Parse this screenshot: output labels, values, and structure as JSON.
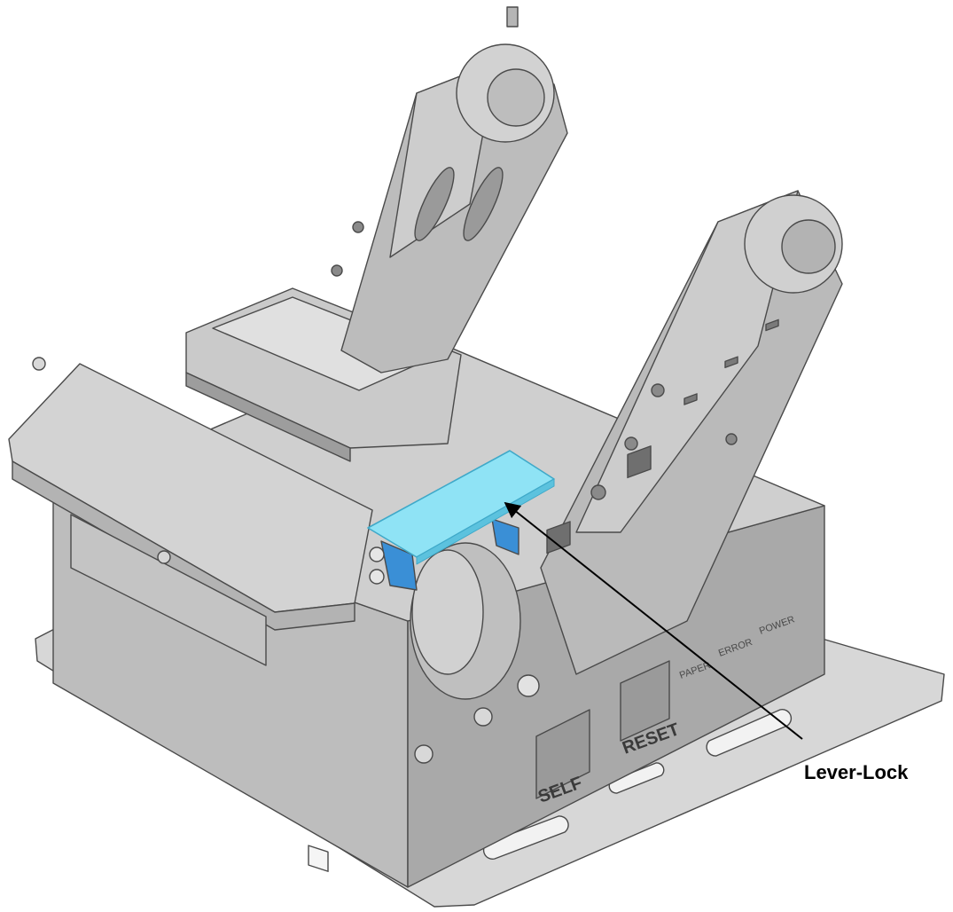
{
  "callout": {
    "label": "Lever-Lock"
  },
  "panel": {
    "button_left": "SELF",
    "button_right": "RESET",
    "led_1": "PAPER",
    "led_2": "ERROR",
    "led_3": "POWER"
  },
  "colors": {
    "highlight": "#8fe3f5",
    "highlight_edge": "#3fa9c9",
    "blue_part": "#3a8fd6",
    "metal_light": "#d4d4d4",
    "metal_mid": "#b8b8b8",
    "metal_dark": "#8f8f8f",
    "outline": "#4a4a4a"
  }
}
